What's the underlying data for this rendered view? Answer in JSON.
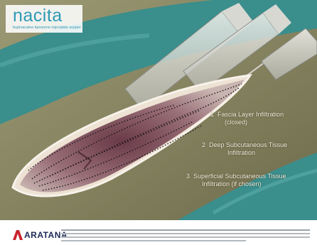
{
  "logo": {
    "word": "nacita",
    "tagline": "bupivacaine liposome injectable suspension"
  },
  "annotations": [
    {
      "number": "1",
      "lines": [
        "Fascia Layer Infiltration",
        "(closed)"
      ]
    },
    {
      "number": "2",
      "lines": [
        "Deep Subcutaneous Tissue",
        "Infiltration"
      ]
    },
    {
      "number": "3",
      "lines": [
        "Superficial Subcutaneous Tissue",
        "Infiltration (if chosen)"
      ]
    }
  ],
  "footer": {
    "brand": "ARATANA"
  },
  "colors": {
    "teal_drape": "#3a8e8c",
    "background_olive": "#8d8a62",
    "logo_blue": "#2f99b6",
    "brand_navy": "#1c2a55",
    "brand_red": "#c8242e"
  }
}
